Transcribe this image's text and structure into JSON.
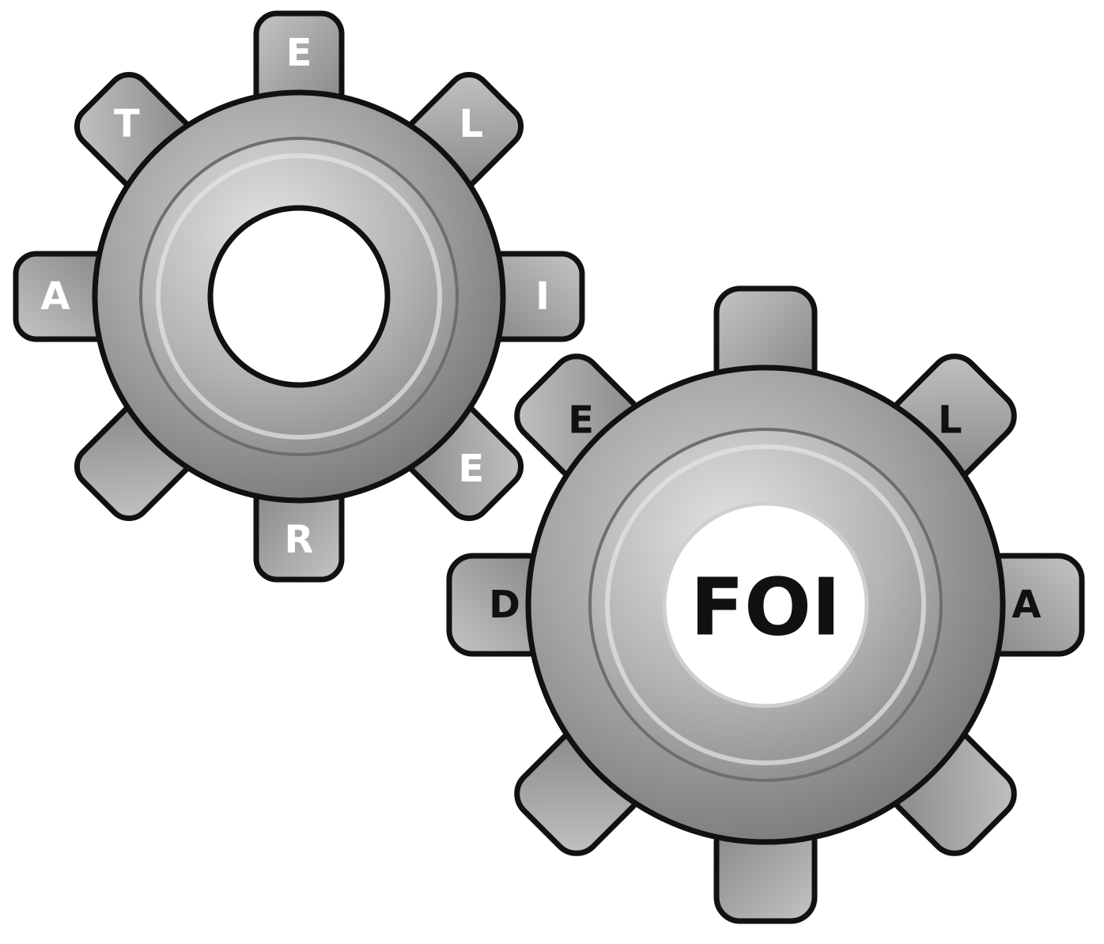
{
  "gears": [
    {
      "name": "small-gear",
      "label_color": "#ffffff",
      "teeth_letters": [
        "E",
        "L",
        "I",
        "E",
        "R",
        "",
        "A",
        "T"
      ],
      "center_text": ""
    },
    {
      "name": "large-gear",
      "label_color": "#111111",
      "teeth_letters": [
        "",
        "L",
        "A",
        "",
        "",
        "",
        "D",
        "E"
      ],
      "center_text": "FOI"
    }
  ],
  "colors": {
    "gear_body": "#9a9a9a",
    "gear_highlight": "#c8c8c8",
    "gear_shadow": "#6e6e6e",
    "outline": "#111111",
    "hole": "#ffffff"
  }
}
